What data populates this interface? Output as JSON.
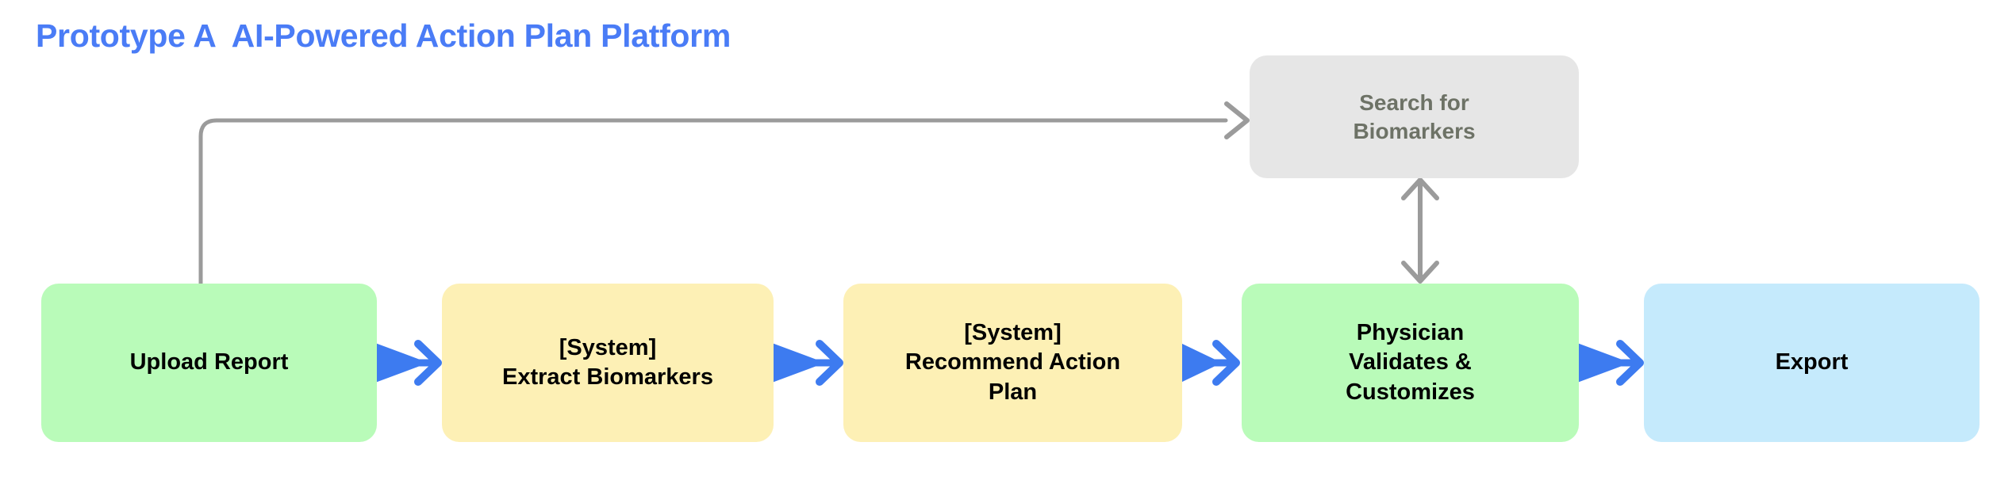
{
  "diagram": {
    "title": "Prototype A  AI-Powered Action Plan Platform",
    "title_color": "#4a7cf6",
    "background": "#ffffff",
    "type": "flowchart",
    "nodes": [
      {
        "id": "upload",
        "label": "Upload Report",
        "color": "#b9fbb9",
        "role": "user-action"
      },
      {
        "id": "extract",
        "label": "[System]\nExtract Biomarkers",
        "color": "#fdf0b5",
        "role": "system-action"
      },
      {
        "id": "recommend",
        "label": "[System]\nRecommend Action\nPlan",
        "color": "#fdf0b5",
        "role": "system-action"
      },
      {
        "id": "physician",
        "label": "Physician\nValidates &\nCustomizes",
        "color": "#b9fbb9",
        "role": "user-action"
      },
      {
        "id": "export",
        "label": "Export",
        "color": "#c5eafc",
        "role": "output"
      },
      {
        "id": "search",
        "label": "Search for\nBiomarkers",
        "color": "#e6e6e6",
        "text_color": "#6d7266",
        "role": "optional-action"
      }
    ],
    "edges": [
      {
        "from": "upload",
        "to": "extract",
        "style": "solid-blue",
        "direction": "forward"
      },
      {
        "from": "extract",
        "to": "recommend",
        "style": "solid-blue",
        "direction": "forward"
      },
      {
        "from": "recommend",
        "to": "physician",
        "style": "solid-blue",
        "direction": "forward"
      },
      {
        "from": "physician",
        "to": "export",
        "style": "solid-blue",
        "direction": "forward"
      },
      {
        "from": "upload",
        "to": "search",
        "style": "curved-gray",
        "direction": "forward"
      },
      {
        "from": "search",
        "to": "physician",
        "style": "vertical-gray",
        "direction": "bidirectional"
      }
    ],
    "palette": {
      "arrow_blue": "#3d7bf0",
      "arrow_gray": "#9b9b9b",
      "node_green": "#b9fbb9",
      "node_yellow": "#fdf0b5",
      "node_blue": "#c5eafc",
      "node_gray": "#e6e6e6",
      "gray_text": "#6d7266",
      "node_text": "#000000"
    }
  }
}
